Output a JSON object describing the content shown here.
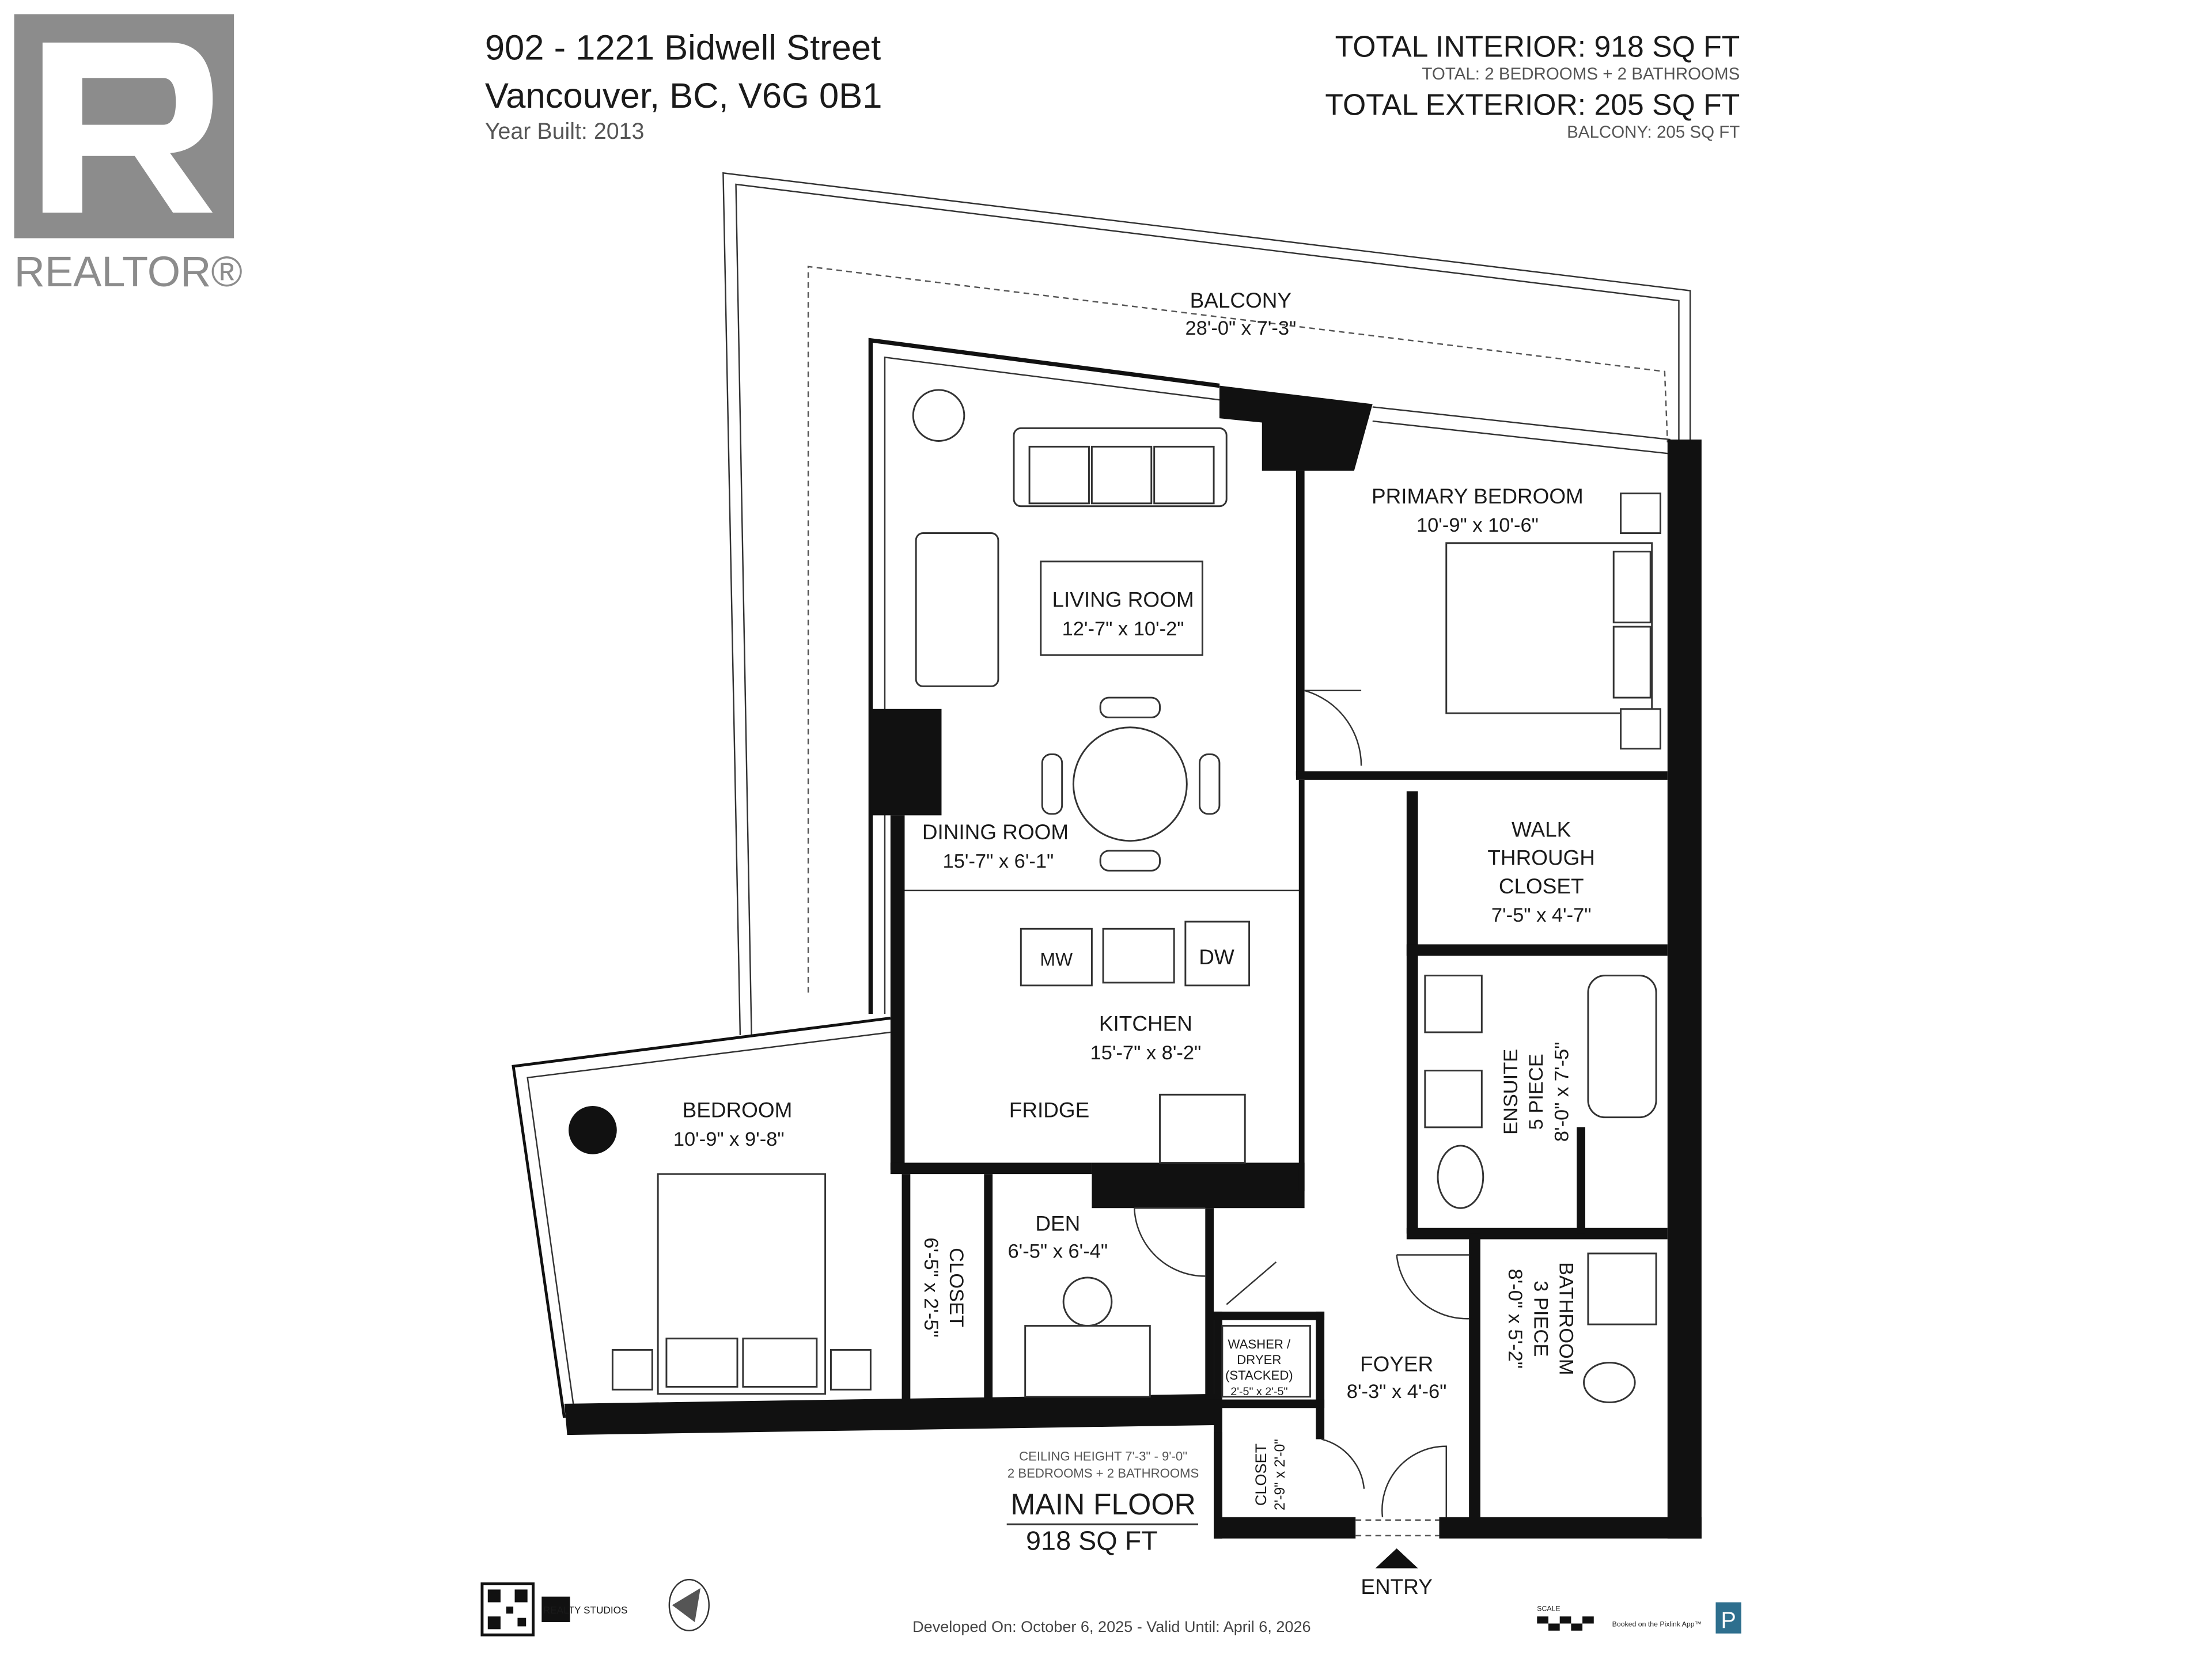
{
  "header": {
    "address_line1": "902 - 1221 Bidwell Street",
    "address_line2": "Vancouver, BC, V6G 0B1",
    "year_built": "Year Built: 2013",
    "total_interior": "TOTAL INTERIOR: 918 SQ FT",
    "interior_detail": "TOTAL: 2 BEDROOMS + 2 BATHROOMS",
    "total_exterior": "TOTAL EXTERIOR: 205 SQ FT",
    "exterior_detail": "BALCONY: 205 SQ FT"
  },
  "logo": {
    "text": "REALTOR®"
  },
  "rooms": {
    "balcony": {
      "name": "BALCONY",
      "dim": "28'-0\" x 7'-3\""
    },
    "primary_bedroom": {
      "name": "PRIMARY BEDROOM",
      "dim": "10'-9\" x 10'-6\""
    },
    "living_room": {
      "name": "LIVING ROOM",
      "dim": "12'-7\" x 10'-2\""
    },
    "dining_room": {
      "name": "DINING ROOM",
      "dim": "15'-7\" x 6'-1\""
    },
    "walk_through_closet": {
      "name1": "WALK",
      "name2": "THROUGH",
      "name3": "CLOSET",
      "dim": "7'-5\" x 4'-7\""
    },
    "kitchen": {
      "name": "KITCHEN",
      "dim": "15'-7\" x 8'-2\""
    },
    "ensuite": {
      "name1": "ENSUITE",
      "name2": "5 PIECE",
      "dim": "8'-0\" x 7'-5\""
    },
    "bedroom": {
      "name": "BEDROOM",
      "dim": "10'-9\" x 9'-8\""
    },
    "closet": {
      "name": "CLOSET",
      "dim": "6'-5\" x 2'-5\""
    },
    "den": {
      "name": "DEN",
      "dim": "6'-5\" x 6'-4\""
    },
    "bathroom": {
      "name1": "BATHROOM",
      "name2": "3 PIECE",
      "dim": "8'-0\" x 5'-2\""
    },
    "laundry": {
      "name1": "WASHER /",
      "name2": "DRYER",
      "name3": "(STACKED)",
      "dim": "2'-5\" x 2'-5\""
    },
    "foyer": {
      "name": "FOYER",
      "dim": "8'-3\" x 4'-6\""
    },
    "small_closet": {
      "name": "CLOSET",
      "dim": "2'-9\" x 2'-0\""
    }
  },
  "appliances": {
    "mw": "MW",
    "dw": "DW",
    "fridge": "FRIDGE"
  },
  "floor_summary": {
    "ceiling": "CEILING HEIGHT 7'-3\" - 9'-0\"",
    "rooms": "2 BEDROOMS + 2 BATHROOMS",
    "floor_name": "MAIN FLOOR",
    "floor_area": "918 SQ FT"
  },
  "entry": "ENTRY",
  "footer": {
    "developed": "Developed On: October 6, 2025 - Valid Until: April 6, 2026",
    "studio": "REALTY STUDIOS",
    "scale": "SCALE",
    "booked": "Booked on the Pixlink App™",
    "app_letter": "P"
  }
}
